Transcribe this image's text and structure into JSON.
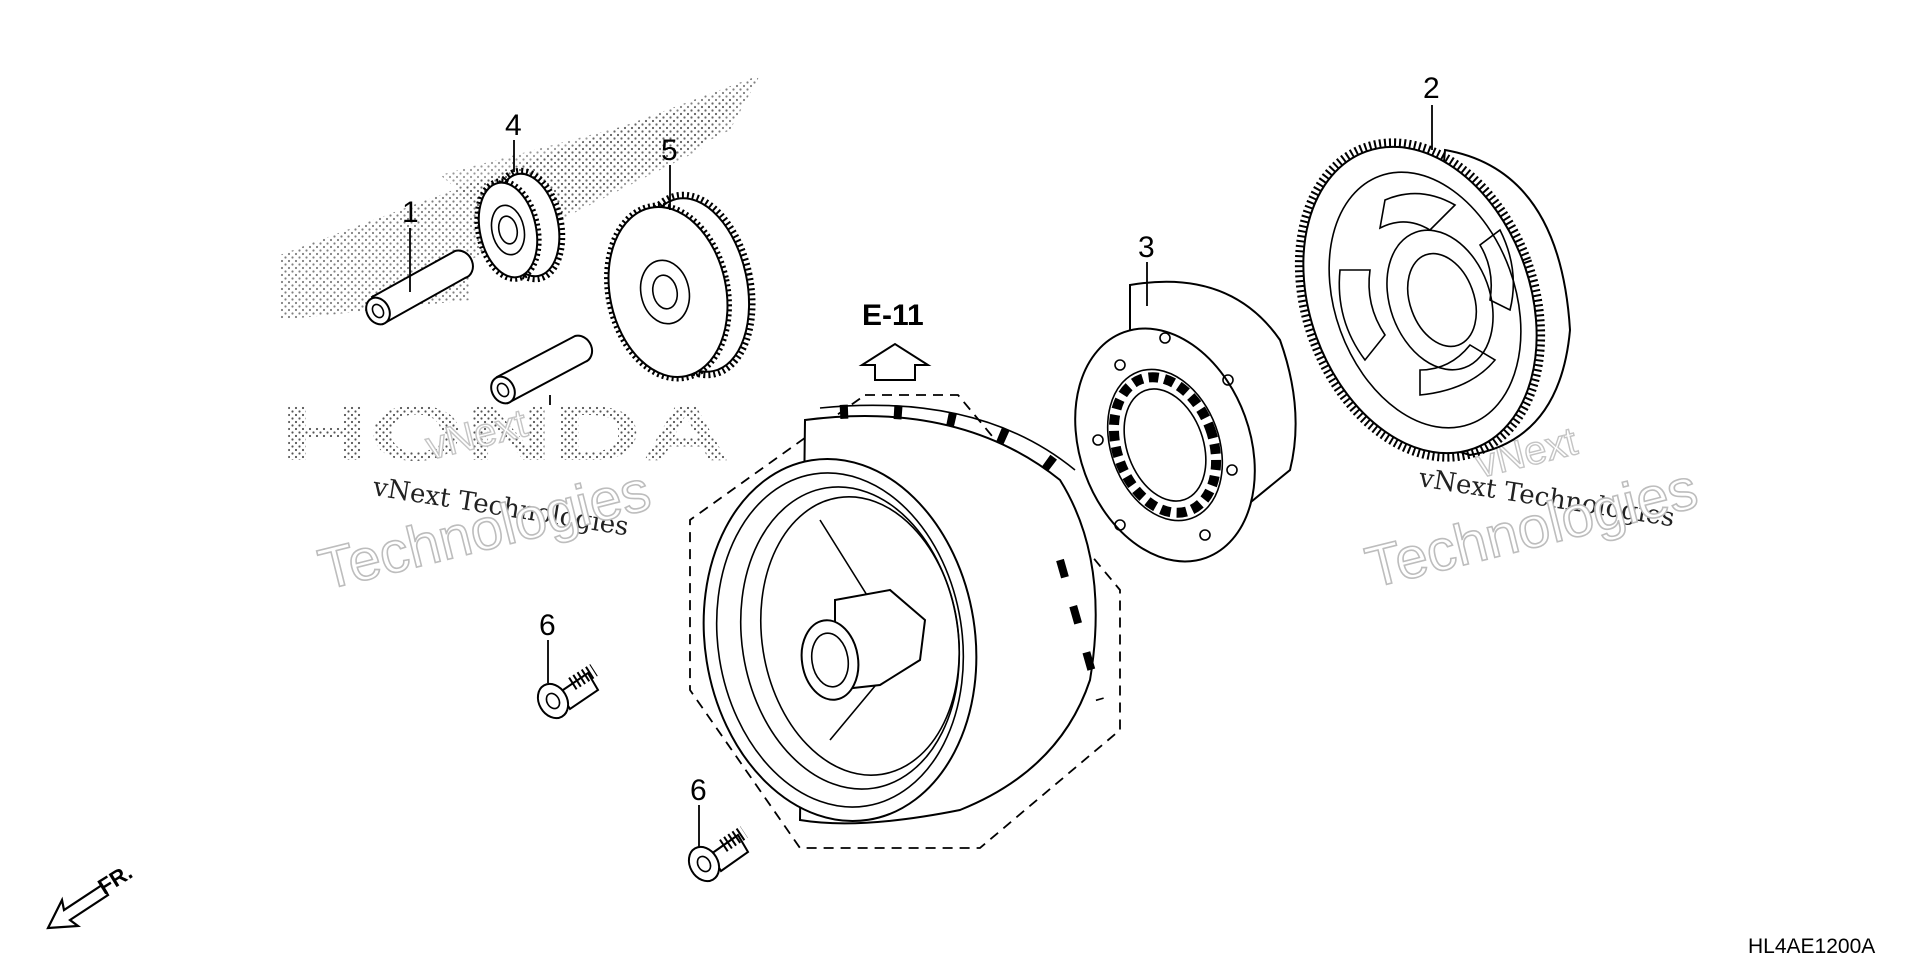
{
  "diagram": {
    "code": "HL4AE1200A",
    "reference": "E-11",
    "front_indicator": "FR.",
    "callouts": [
      {
        "number": "1",
        "part": "shaft-pin"
      },
      {
        "number": "2",
        "part": "large-driven-gear"
      },
      {
        "number": "3",
        "part": "one-way-clutch-hub"
      },
      {
        "number": "4",
        "part": "small-idler-gear"
      },
      {
        "number": "5",
        "part": "idler-gear"
      },
      {
        "number": "6",
        "part": "flange-bolt-upper"
      },
      {
        "number": "6",
        "part": "flange-bolt-lower"
      }
    ]
  },
  "watermark": {
    "brand_small": "vNext Technologies",
    "brand_big_1": "vNext",
    "brand_big_2": "Technologies",
    "logo_text": "HONDA"
  },
  "colors": {
    "line": "#000000",
    "watermark_outline": "#bdbdbd",
    "background": "#ffffff"
  }
}
